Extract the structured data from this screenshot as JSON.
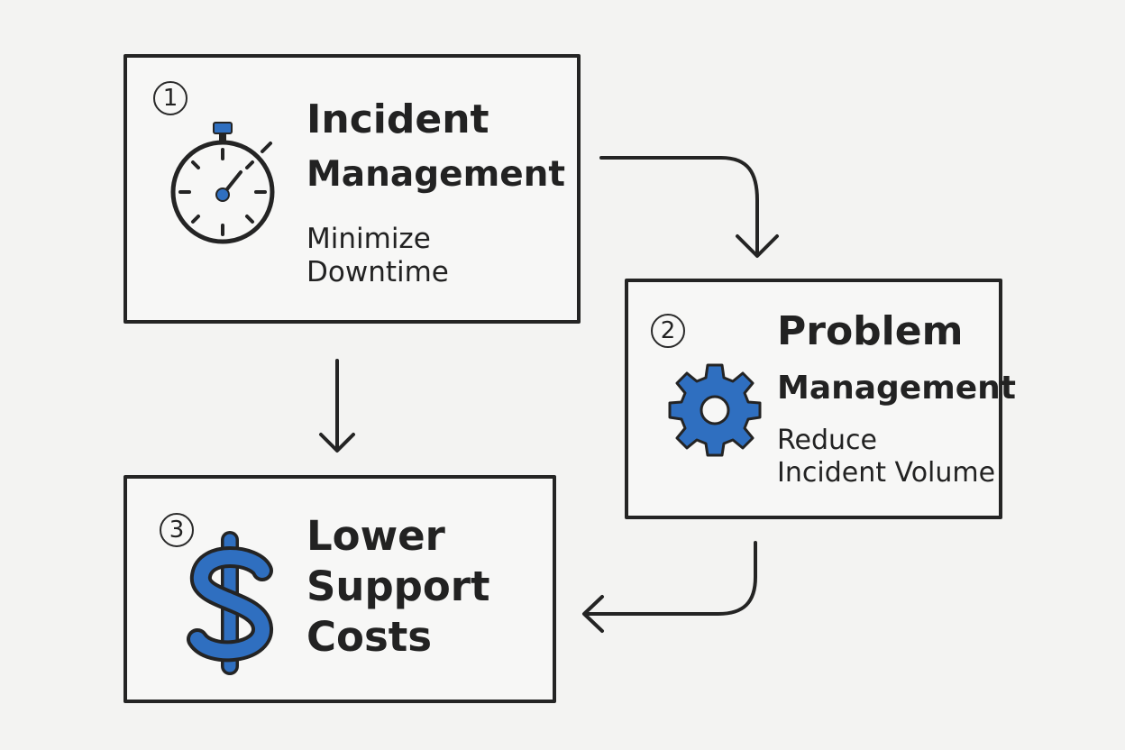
{
  "colors": {
    "accent": "#2f6fc0",
    "ink": "#242424",
    "background": "#f3f3f2"
  },
  "steps": [
    {
      "number": "1",
      "icon": "stopwatch-icon",
      "title_line1": "Incident",
      "title_line2": "Management",
      "subtitle_line1": "Minimize",
      "subtitle_line2": "Downtime"
    },
    {
      "number": "2",
      "icon": "gear-icon",
      "title_line1": "Problem",
      "title_line2": "Management",
      "subtitle_line1": "Reduce",
      "subtitle_line2": "Incident Volume"
    },
    {
      "number": "3",
      "icon": "dollar-sign-icon",
      "title_line1": "Lower",
      "title_line2": "Support",
      "title_line3": "Costs"
    }
  ],
  "connections": [
    {
      "from": "1",
      "to": "2"
    },
    {
      "from": "1",
      "to": "3"
    },
    {
      "from": "2",
      "to": "3"
    }
  ]
}
